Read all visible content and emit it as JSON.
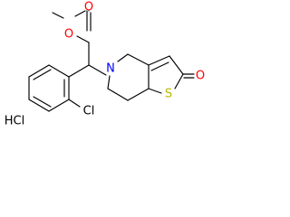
{
  "molecule": {
    "atoms": {
      "ester_o_top": "O",
      "ester_o_carbonyl": "O",
      "n_ring": "N",
      "s_ring": "S",
      "o_ketone": "O",
      "cl": "Cl",
      "salt": "HCl"
    },
    "colors": {
      "bond": "#000000",
      "oxygen": "#ff0000",
      "nitrogen": "#0000ff",
      "sulfur": "#b8b800",
      "chlorine": "#000000",
      "salt": "#000000"
    }
  }
}
